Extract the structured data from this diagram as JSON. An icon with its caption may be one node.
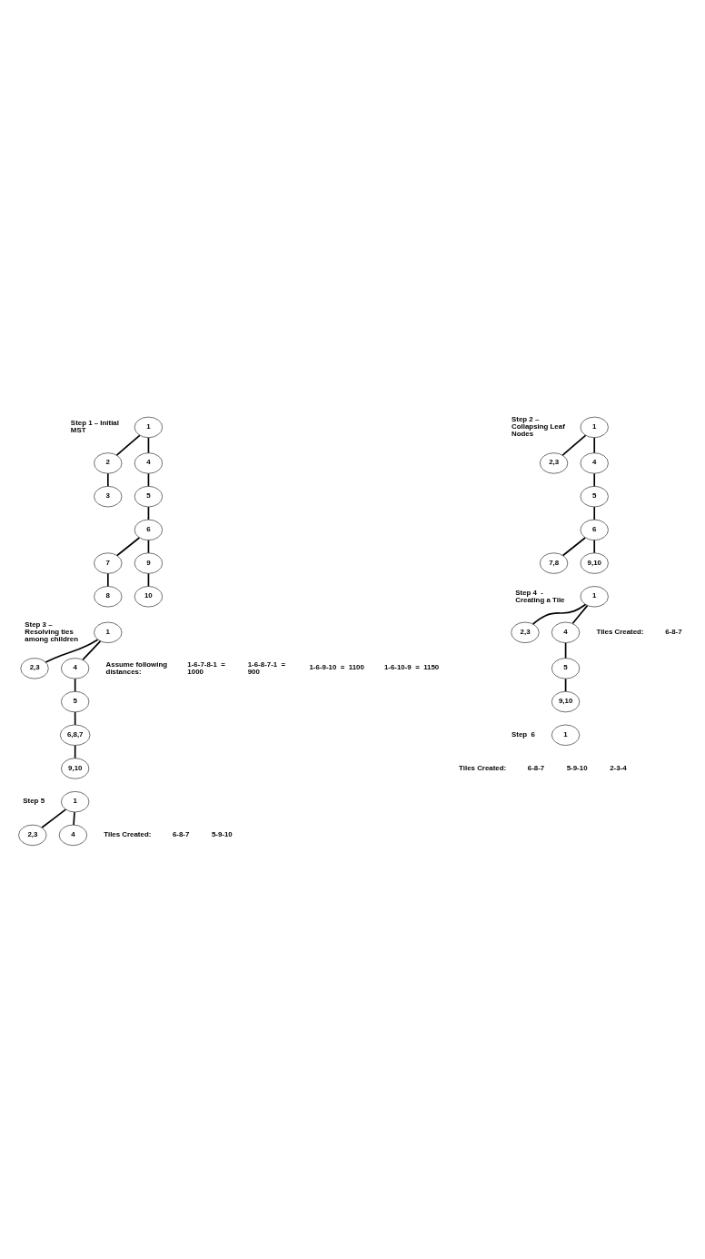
{
  "diagram": {
    "nodes": [
      {
        "text": [
          "1"
        ]
      },
      {
        "text": [
          "2"
        ]
      },
      {
        "text": [
          "4"
        ]
      },
      {
        "text": [
          "3"
        ]
      },
      {
        "text": [
          "5"
        ]
      },
      {
        "text": [
          "6"
        ]
      },
      {
        "text": [
          "7"
        ]
      },
      {
        "text": [
          "9"
        ]
      },
      {
        "text": [
          "8"
        ]
      },
      {
        "text": [
          "10"
        ]
      },
      {
        "text": [
          "1"
        ]
      },
      {
        "text": [
          "2,3"
        ]
      },
      {
        "text": [
          "4"
        ]
      },
      {
        "text": [
          "5"
        ]
      },
      {
        "text": [
          "6"
        ]
      },
      {
        "text": [
          "7,8"
        ]
      },
      {
        "text": [
          "9,10"
        ]
      },
      {
        "text": [
          "1"
        ]
      },
      {
        "text": [
          "2,3"
        ]
      },
      {
        "text": [
          "4"
        ]
      },
      {
        "text": [
          "5"
        ]
      },
      {
        "text": [
          "6,8,7"
        ]
      },
      {
        "text": [
          "9,10"
        ]
      },
      {
        "text": [
          "1"
        ]
      },
      {
        "text": [
          "2,3"
        ]
      },
      {
        "text": [
          "4"
        ]
      },
      {
        "text": [
          "5"
        ]
      },
      {
        "text": [
          "9,10"
        ]
      },
      {
        "text": [
          "1"
        ]
      },
      {
        "text": [
          "2,3"
        ]
      },
      {
        "text": [
          "4"
        ]
      },
      {
        "text": [
          "1"
        ]
      }
    ],
    "edges": [
      {
        "from": 0,
        "to": 1,
        "arrow": "none"
      },
      {
        "from": 0,
        "to": 2,
        "arrow": "none"
      },
      {
        "from": 1,
        "to": 3,
        "arrow": "none"
      },
      {
        "from": 2,
        "to": 4,
        "arrow": "none"
      },
      {
        "from": 4,
        "to": 5,
        "arrow": "none"
      },
      {
        "from": 5,
        "to": 6,
        "arrow": "none"
      },
      {
        "from": 5,
        "to": 7,
        "arrow": "none"
      },
      {
        "from": 6,
        "to": 8,
        "arrow": "none"
      },
      {
        "from": 7,
        "to": 9,
        "arrow": "none"
      },
      {
        "from": 10,
        "to": 11,
        "arrow": "none"
      },
      {
        "from": 10,
        "to": 12,
        "arrow": "none"
      },
      {
        "from": 12,
        "to": 13,
        "arrow": "none"
      },
      {
        "from": 13,
        "to": 14,
        "arrow": "none"
      },
      {
        "from": 14,
        "to": 15,
        "arrow": "none"
      },
      {
        "from": 14,
        "to": 16,
        "arrow": "none"
      },
      {
        "from": 17,
        "to": 18,
        "arrow": "none"
      },
      {
        "from": 17,
        "to": 19,
        "arrow": "none"
      },
      {
        "from": 19,
        "to": 20,
        "arrow": "none"
      },
      {
        "from": 20,
        "to": 21,
        "arrow": "none"
      },
      {
        "from": 21,
        "to": 22,
        "arrow": "none"
      },
      {
        "from": 23,
        "to": 24,
        "arrow": "none"
      },
      {
        "from": 23,
        "to": 25,
        "arrow": "none"
      },
      {
        "from": 25,
        "to": 26,
        "arrow": "none"
      },
      {
        "from": 26,
        "to": 27,
        "arrow": "none"
      },
      {
        "from": 28,
        "to": 29,
        "arrow": "none"
      },
      {
        "from": 28,
        "to": 30,
        "arrow": "none"
      }
    ],
    "labels": [
      "Step 1 – Initial MST",
      "Step 2 – Collapsing Leaf Nodes",
      "Step 3 – Resolving ties among children",
      "Assume following distances:",
      "1-6-7-8-1  =  1000",
      "1-6-8-7-1  =   900",
      "1-6-9-10  =  1100",
      "1-6-10-9  =  1150",
      "Step 4  - Creating a Tile",
      "Tiles Created:",
      "6-8-7",
      "Step 5",
      "Step  6",
      "Tiles Created:",
      "6-8-7",
      "5-9-10",
      "2-3-4",
      "Tiles Created:",
      "6-8-7",
      "5-9-10"
    ]
  }
}
